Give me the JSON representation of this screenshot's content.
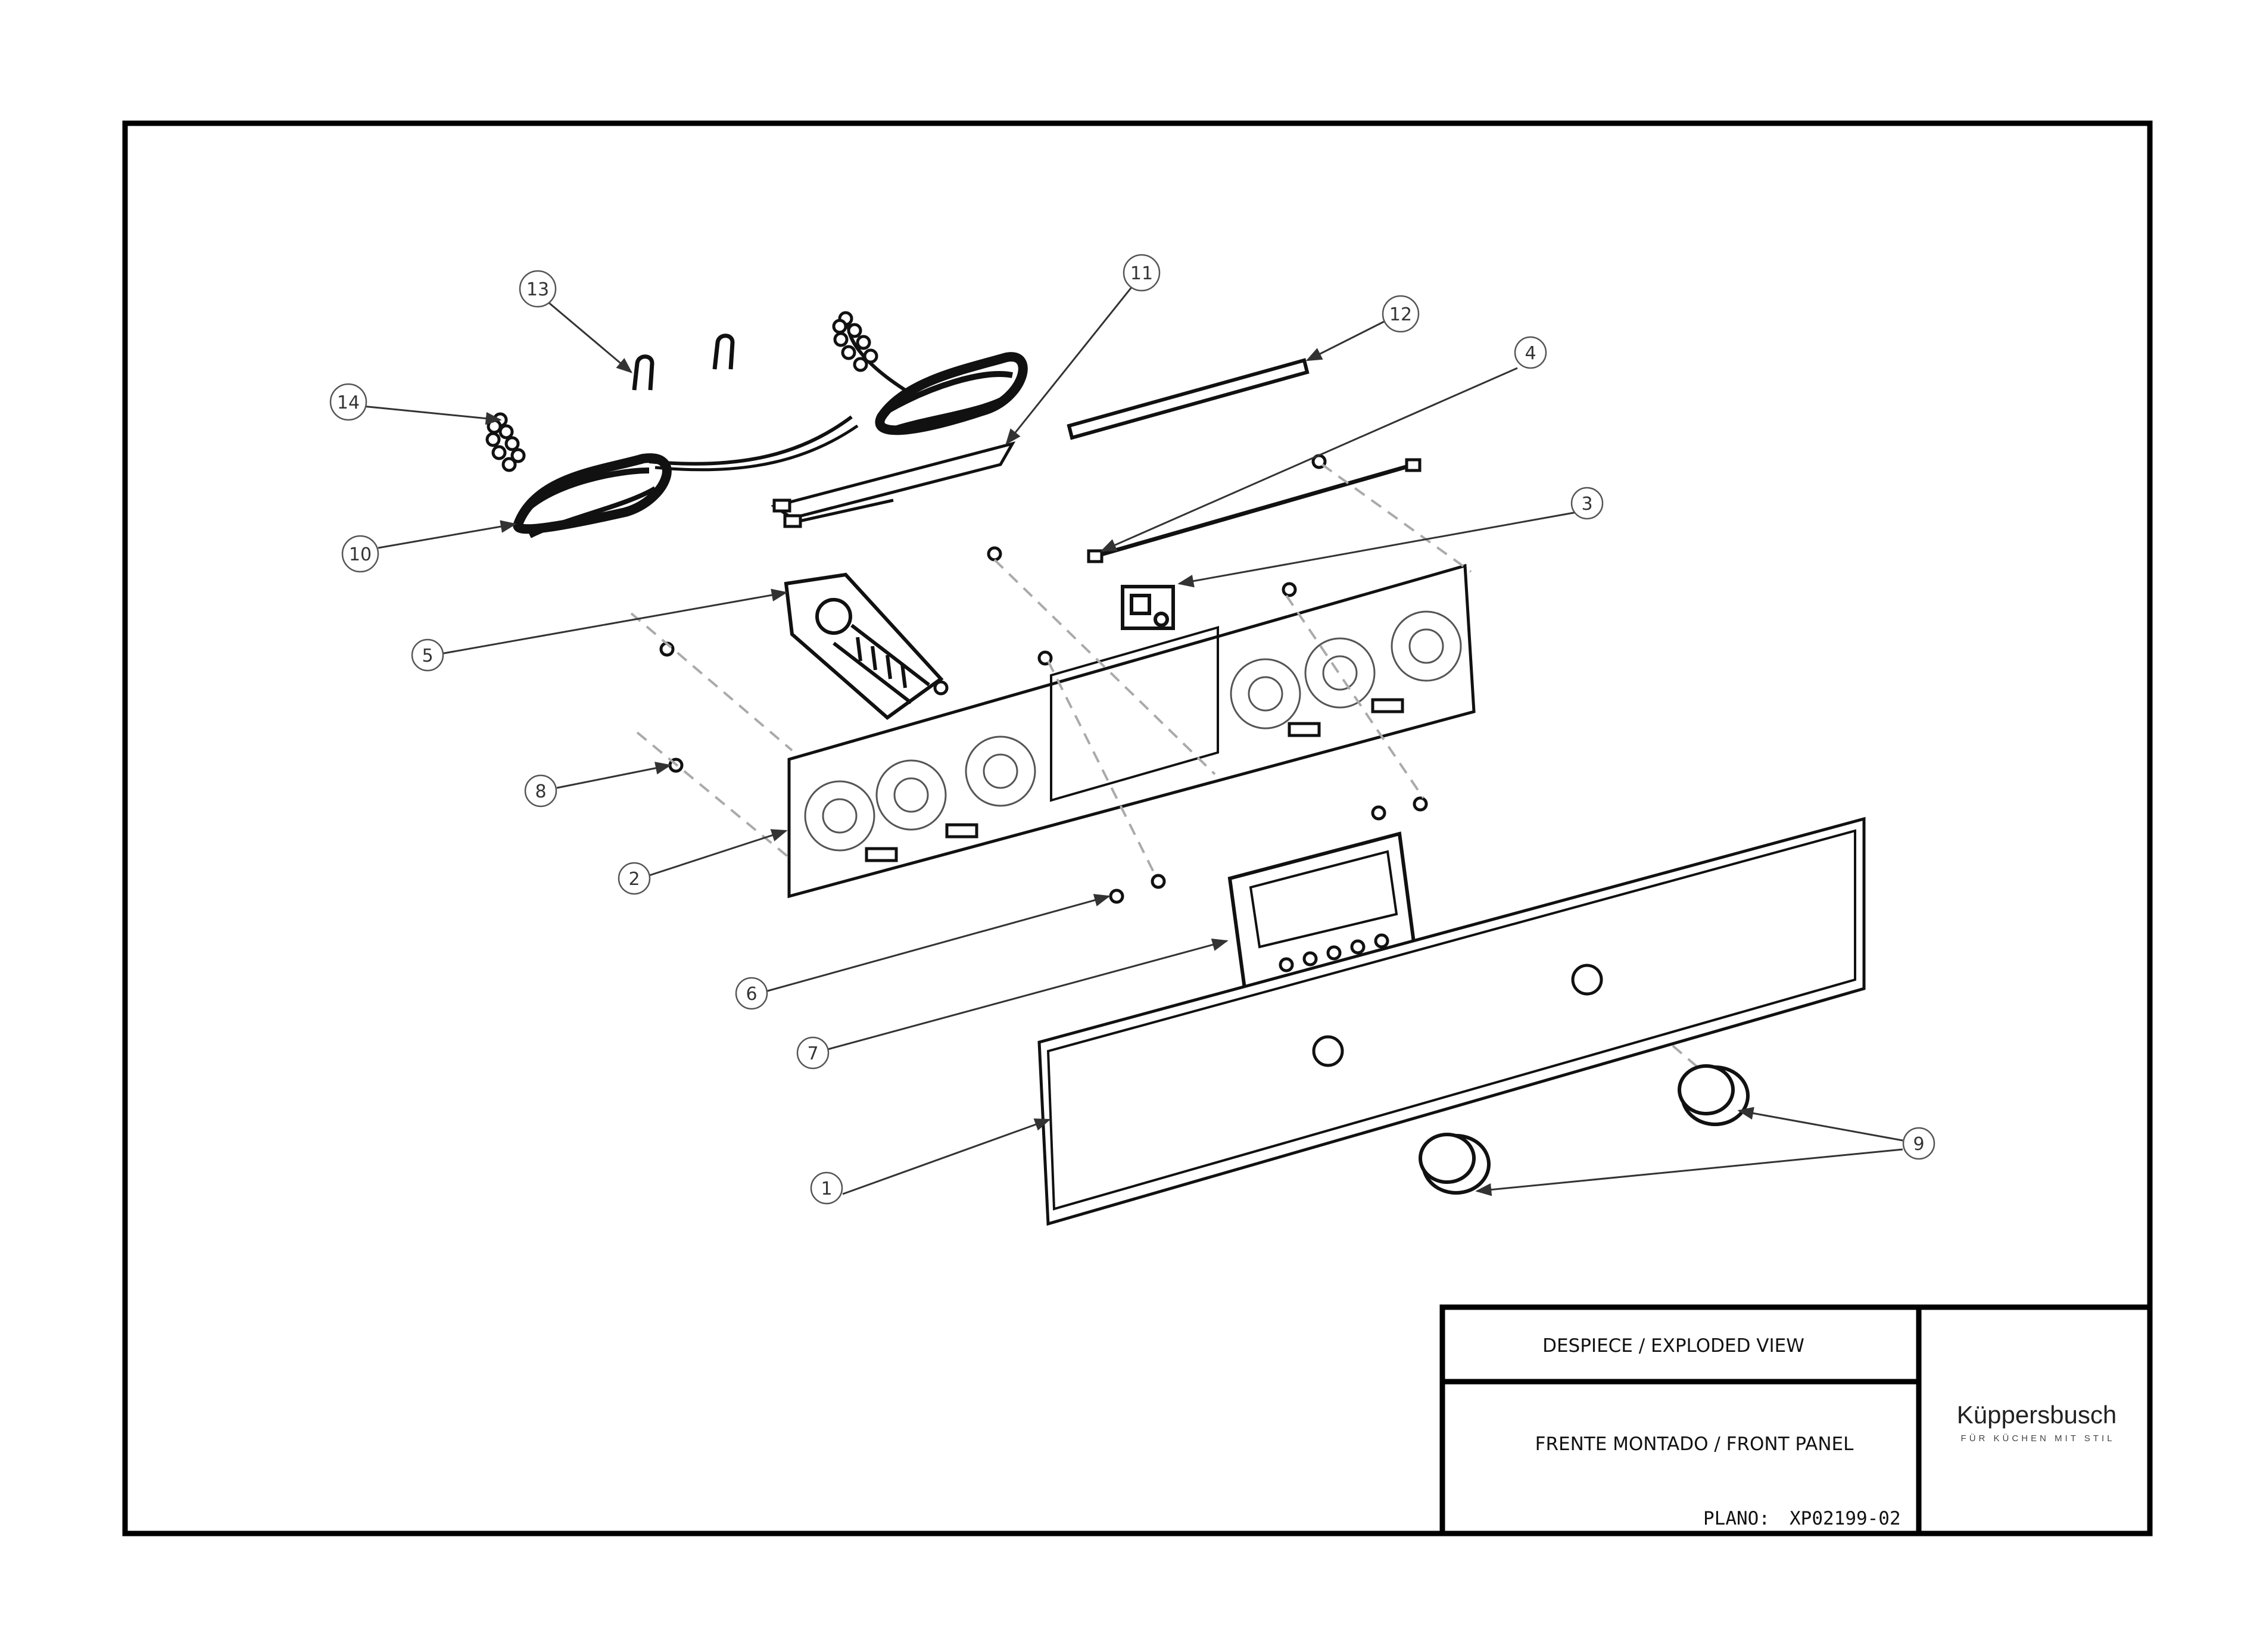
{
  "callouts": [
    {
      "label": "1"
    },
    {
      "label": "2"
    },
    {
      "label": "3"
    },
    {
      "label": "4"
    },
    {
      "label": "5"
    },
    {
      "label": "6"
    },
    {
      "label": "7"
    },
    {
      "label": "8"
    },
    {
      "label": "9"
    },
    {
      "label": "10"
    },
    {
      "label": "11"
    },
    {
      "label": "12"
    },
    {
      "label": "13"
    },
    {
      "label": "14"
    }
  ],
  "title_block": {
    "view": "DESPIECE / EXPLODED VIEW",
    "description": "FRENTE MONTADO / FRONT PANEL",
    "plano_label": "PLANO:",
    "plano_number": "XP02199-02",
    "brand_name": "Küppersbusch",
    "brand_tagline": "FÜR KÜCHEN MIT STIL"
  }
}
